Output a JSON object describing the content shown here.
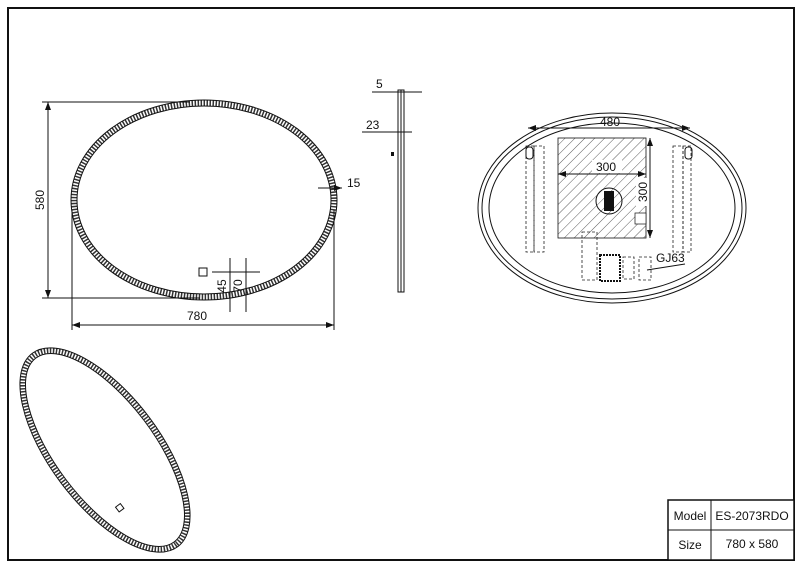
{
  "front_view": {
    "height_label": "580",
    "width_label": "780",
    "frame_label": "15",
    "switch_offset_x_label": "45",
    "switch_offset_y_label": "70"
  },
  "side_view": {
    "thickness_label": "5",
    "depth_label": "23"
  },
  "rear_view": {
    "bracket_spacing_label": "480",
    "box_width_label": "300",
    "box_height_label": "300",
    "component_label": "GJ63"
  },
  "title_block": {
    "model_label": "Model",
    "model_value": "ES-2073RDO",
    "size_label": "Size",
    "size_value": "780 x 580"
  }
}
